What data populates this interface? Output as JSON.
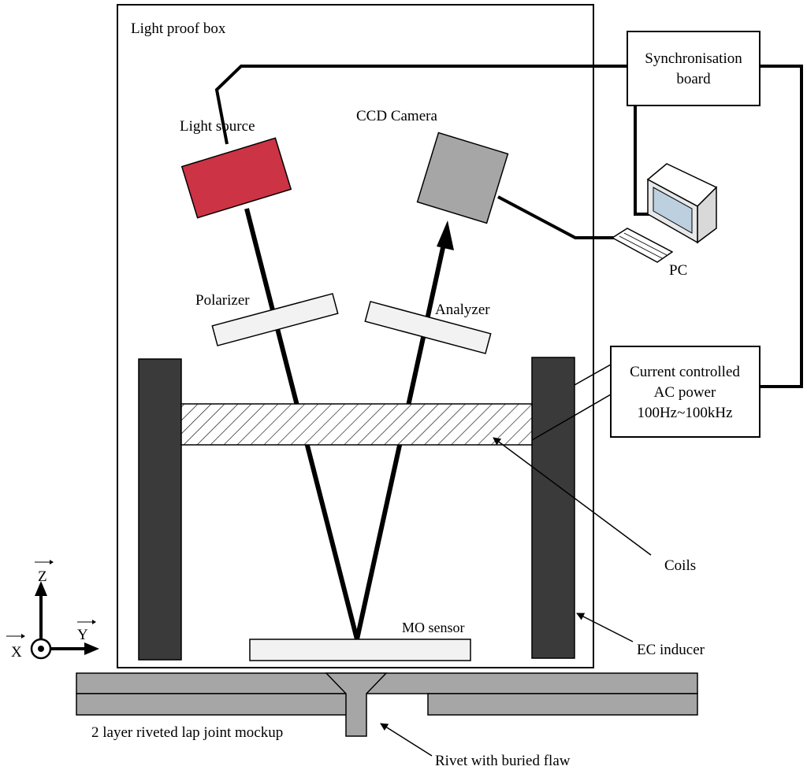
{
  "labels": {
    "light_proof_box": "Light proof box",
    "synchronisation_board_line1": "Synchronisation",
    "synchronisation_board_line2": "board",
    "light_source": "Light source",
    "ccd_camera": "CCD Camera",
    "pc": "PC",
    "polarizer": "Polarizer",
    "analyzer": "Analyzer",
    "ac_power_line1": "Current controlled",
    "ac_power_line2": "AC power",
    "ac_power_line3": "100Hz~100kHz",
    "coils": "Coils",
    "mo_sensor": "MO sensor",
    "ec_inducer": "EC inducer",
    "mockup": "2 layer riveted lap joint mockup",
    "rivet": "Rivet with buried flaw",
    "axis_x": "X",
    "axis_y": "Y",
    "axis_z": "Z"
  },
  "colors": {
    "light_source_fill": "#cc3344",
    "ccd_camera_fill": "#a6a6a6",
    "inducer_fill": "#3a3a3a",
    "mockup_fill": "#a6a6a6",
    "optics_fill": "#f2f2f2",
    "line": "#000000"
  }
}
